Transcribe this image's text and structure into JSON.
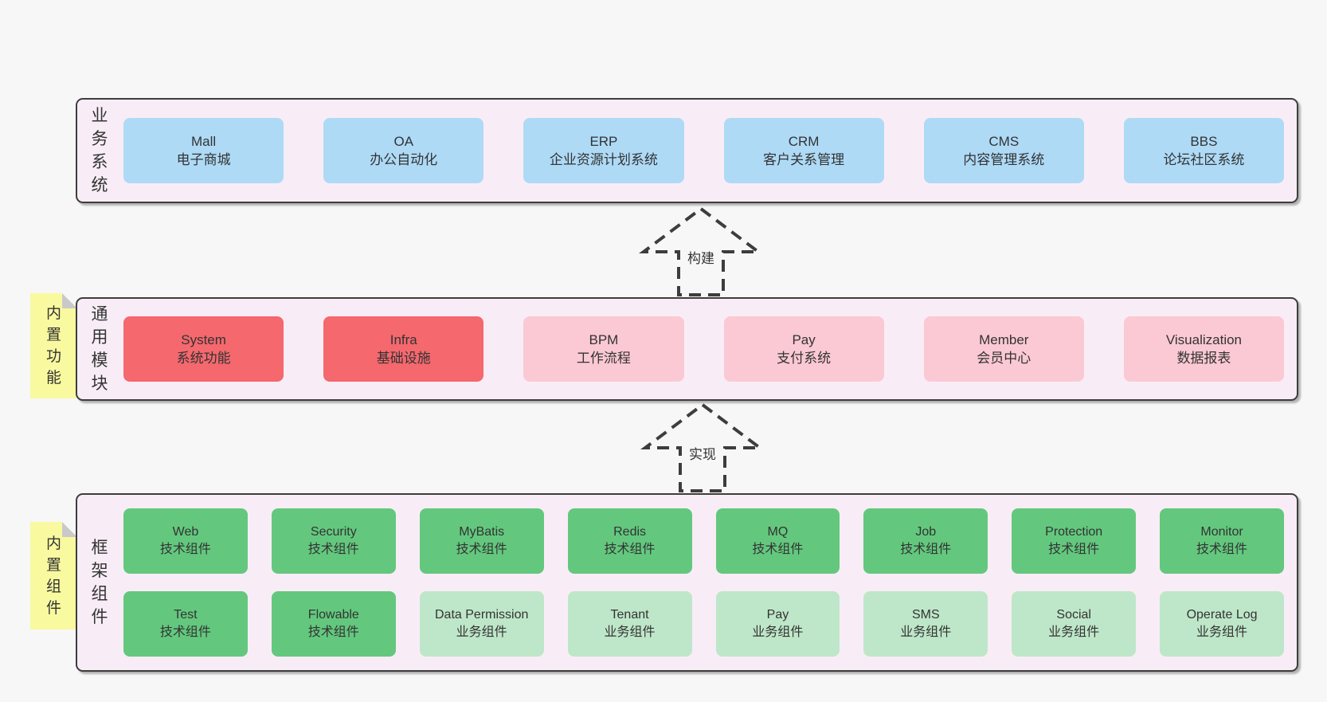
{
  "diagram_type": "layered-architecture",
  "colors": {
    "page_bg": "#f7f7f7",
    "container_bg": "#f8edf6",
    "container_border": "#3d3d3d",
    "blue_box": "#aedaf6",
    "red_box": "#f4686e",
    "pink_box": "#fbc9d3",
    "green_box": "#63c87e",
    "light_green_box": "#bee7c9",
    "sticky_note": "#f9f9a0",
    "note_fold": "#c9c9c9",
    "text": "#333333"
  },
  "arrows": [
    {
      "label": "构建"
    },
    {
      "label": "实现"
    }
  ],
  "layers": [
    {
      "label": "业务系统",
      "boxes": [
        {
          "name": "Mall",
          "desc": "电子商城"
        },
        {
          "name": "OA",
          "desc": "办公自动化"
        },
        {
          "name": "ERP",
          "desc": "企业资源计划系统"
        },
        {
          "name": "CRM",
          "desc": "客户关系管理"
        },
        {
          "name": "CMS",
          "desc": "内容管理系统"
        },
        {
          "name": "BBS",
          "desc": "论坛社区系统"
        }
      ]
    },
    {
      "label": "通用模块",
      "note": "内置功能",
      "boxes": [
        {
          "name": "System",
          "desc": "系统功能"
        },
        {
          "name": "Infra",
          "desc": "基础设施"
        },
        {
          "name": "BPM",
          "desc": "工作流程"
        },
        {
          "name": "Pay",
          "desc": "支付系统"
        },
        {
          "name": "Member",
          "desc": "会员中心"
        },
        {
          "name": "Visualization",
          "desc": "数据报表"
        }
      ]
    },
    {
      "label": "框架组件",
      "note": "内置组件",
      "rows": [
        [
          {
            "name": "Web",
            "desc": "技术组件"
          },
          {
            "name": "Security",
            "desc": "技术组件"
          },
          {
            "name": "MyBatis",
            "desc": "技术组件"
          },
          {
            "name": "Redis",
            "desc": "技术组件"
          },
          {
            "name": "MQ",
            "desc": "技术组件"
          },
          {
            "name": "Job",
            "desc": "技术组件"
          },
          {
            "name": "Protection",
            "desc": "技术组件"
          },
          {
            "name": "Monitor",
            "desc": "技术组件"
          }
        ],
        [
          {
            "name": "Test",
            "desc": "技术组件"
          },
          {
            "name": "Flowable",
            "desc": "技术组件"
          },
          {
            "name": "Data Permission",
            "desc": "业务组件"
          },
          {
            "name": "Tenant",
            "desc": "业务组件"
          },
          {
            "name": "Pay",
            "desc": "业务组件"
          },
          {
            "name": "SMS",
            "desc": "业务组件"
          },
          {
            "name": "Social",
            "desc": "业务组件"
          },
          {
            "name": "Operate Log",
            "desc": "业务组件"
          }
        ]
      ]
    }
  ]
}
